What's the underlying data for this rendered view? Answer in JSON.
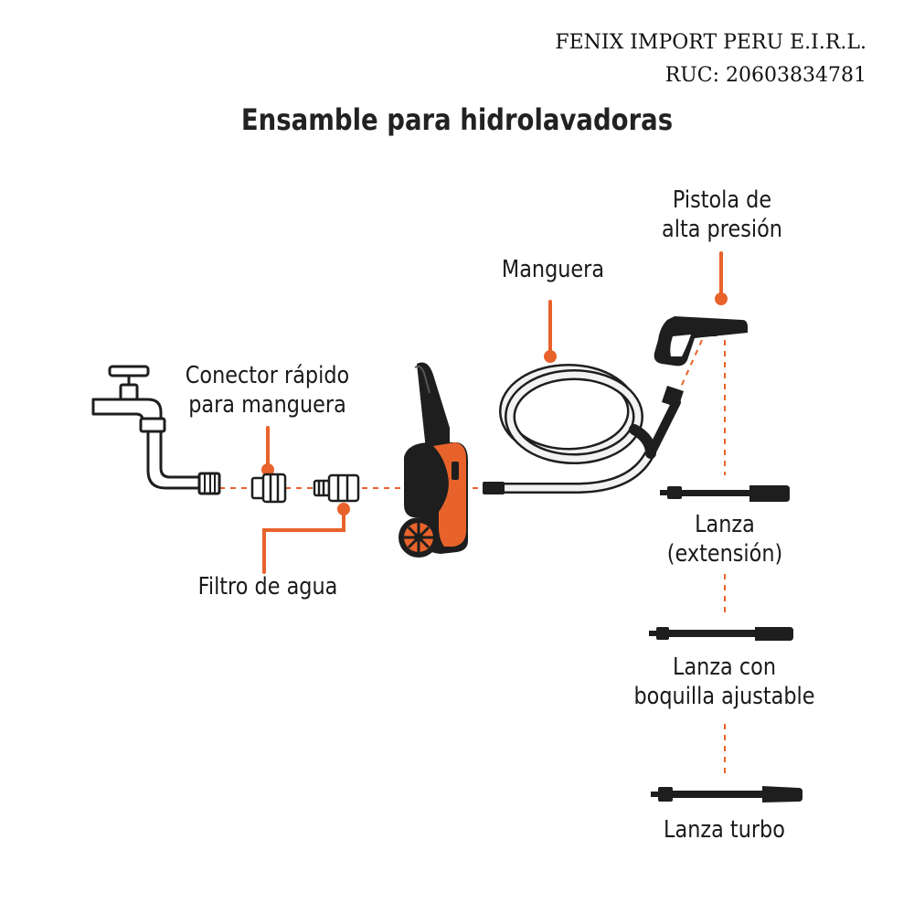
{
  "company": {
    "name": "FENIX IMPORT PERU E.I.R.L.",
    "ruc": "RUC: 20603834781"
  },
  "title": "Ensamble para hidrolavadoras",
  "labels": {
    "pistola_line1": "Pistola de",
    "pistola_line2": "alta presión",
    "manguera": "Manguera",
    "conector_line1": "Conector rápido",
    "conector_line2": "para manguera",
    "filtro": "Filtro de agua",
    "lanza_ext_line1": "Lanza",
    "lanza_ext_line2": "(extensión)",
    "lanza_boq_line1": "Lanza con",
    "lanza_boq_line2": "boquilla ajustable",
    "lanza_turbo": "Lanza turbo"
  },
  "colors": {
    "accent": "#E8632B",
    "dark": "#1e1e1e",
    "hose_fill": "#f2f2f2"
  }
}
